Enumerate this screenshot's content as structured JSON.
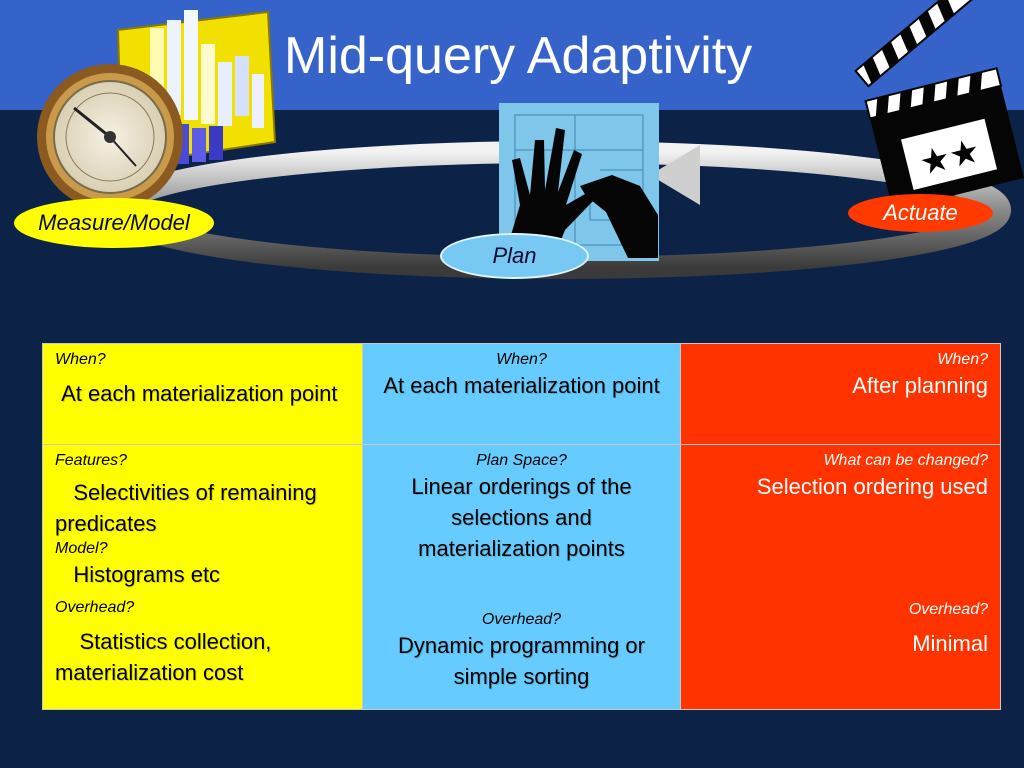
{
  "slide": {
    "title": "Mid-query Adaptivity"
  },
  "cycle": {
    "measure_label": "Measure/Model",
    "plan_label": "Plan",
    "actuate_label": "Actuate"
  },
  "colors": {
    "top_bar": "#3563c9",
    "background": "#0c2247",
    "measure": "#ffff00",
    "plan": "#66ccff",
    "actuate": "#ff3300"
  },
  "icons": [
    "barometer-icon",
    "bar-chart-3d-icon",
    "hands-blueprint-icon",
    "clapperboard-icon"
  ],
  "table": {
    "measure": {
      "q1": "When?",
      "a1": " At each materialization point",
      "q2": "Features?",
      "a2": "   Selectivities of remaining predicates",
      "q3": "Model?",
      "a3": "   Histograms etc",
      "q4": "Overhead?",
      "a4": "    Statistics collection, materialization cost"
    },
    "plan": {
      "q1": "When?",
      "a1": "At each materialization point",
      "q2": "Plan Space?",
      "a2": "Linear orderings of the selections and materialization points",
      "q3": "Overhead?",
      "a3": "Dynamic programming or simple sorting"
    },
    "actuate": {
      "q1": "When?",
      "a1": "After planning",
      "q2": "What can be changed?",
      "a2": "Selection ordering used",
      "q3": "Overhead?",
      "a3": "Minimal"
    }
  }
}
